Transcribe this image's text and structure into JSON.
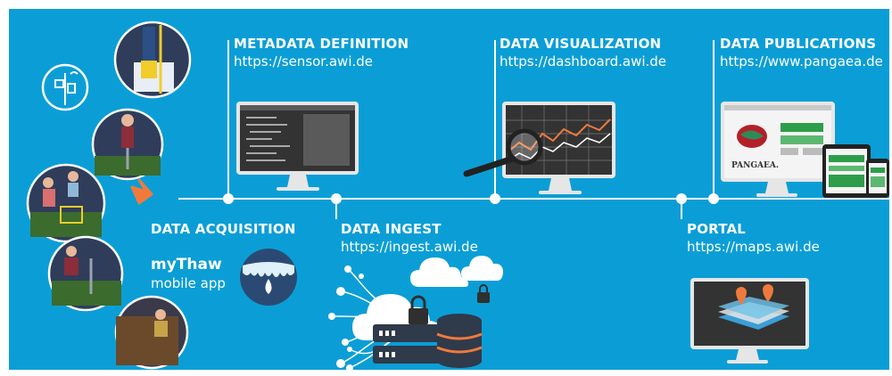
{
  "stages": {
    "metadata": {
      "title": "METADATA DEFINITION",
      "url": "https://sensor.awi.de"
    },
    "visualization": {
      "title": "DATA VISUALIZATION",
      "url": "https://dashboard.awi.de"
    },
    "publications": {
      "title": "DATA PUBLICATIONS",
      "url": "https://www.pangaea.de"
    },
    "acquisition": {
      "title": "DATA ACQUISITION"
    },
    "ingest": {
      "title": "DATA INGEST",
      "url": "https://ingest.awi.de"
    },
    "portal": {
      "title": "PORTAL",
      "url": "https://maps.awi.de"
    }
  },
  "app": {
    "name": "myThaw",
    "subtitle": "mobile app"
  },
  "pangaea_logo": "PANGAEA.",
  "colors": {
    "background": "#0b9ed6",
    "line": "#ffffff",
    "monitor": "#2c2c2c",
    "accent": "#f07a3c"
  }
}
